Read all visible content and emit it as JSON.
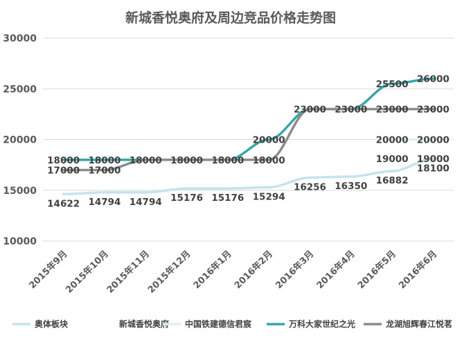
{
  "chart_data": {
    "type": "line",
    "title": "新城香悦奥府及周边竞品价格走势图",
    "categories": [
      "2015年9月",
      "2015年10月",
      "2015年11月",
      "2015年12月",
      "2016年1月",
      "2016年2月",
      "2016年3月",
      "2016年4月",
      "2016年5月",
      "2016年6月"
    ],
    "ylim": [
      10000,
      30000
    ],
    "yticks": [
      10000,
      15000,
      20000,
      25000,
      30000
    ],
    "grid": true,
    "legend": "bottom",
    "series": [
      {
        "name": "奥体板块",
        "color": "#c5e3ec",
        "values": [
          14622,
          14794,
          14794,
          15176,
          15176,
          15294,
          16256,
          16350,
          16882,
          18100
        ],
        "label_pos": "below",
        "labels": [
          true,
          true,
          true,
          true,
          true,
          true,
          true,
          true,
          true,
          true
        ]
      },
      {
        "name": "新城香悦奥府",
        "color": "#ffffff",
        "values": [
          null,
          null,
          null,
          null,
          null,
          null,
          null,
          null,
          null,
          19000
        ],
        "label_pos": "below",
        "labels": [
          false,
          false,
          false,
          false,
          false,
          false,
          false,
          false,
          true,
          true
        ],
        "extra_labels": [
          {
            "i": 8,
            "text": "19000"
          }
        ]
      },
      {
        "name": "中国铁建德信君宸",
        "color": "#dff1f3",
        "values": [
          null,
          null,
          null,
          null,
          null,
          null,
          null,
          null,
          20000,
          20000
        ],
        "label_pos": "on",
        "labels": [
          false,
          false,
          false,
          false,
          false,
          false,
          false,
          false,
          true,
          true
        ]
      },
      {
        "name": "万科大家世纪之光",
        "color": "#3aa5a8",
        "values": [
          18000,
          18000,
          18000,
          18000,
          18000,
          20000,
          23000,
          23000,
          25500,
          26000
        ],
        "label_pos": "on",
        "labels": [
          true,
          true,
          false,
          false,
          false,
          true,
          false,
          false,
          true,
          true
        ]
      },
      {
        "name": "龙湖旭辉春江悦茗",
        "color": "#8c8c8c",
        "values": [
          17000,
          17000,
          18000,
          18000,
          18000,
          18000,
          23000,
          23000,
          23000,
          23000
        ],
        "label_pos": "on",
        "labels": [
          true,
          true,
          true,
          true,
          true,
          true,
          true,
          true,
          true,
          true
        ]
      }
    ]
  }
}
